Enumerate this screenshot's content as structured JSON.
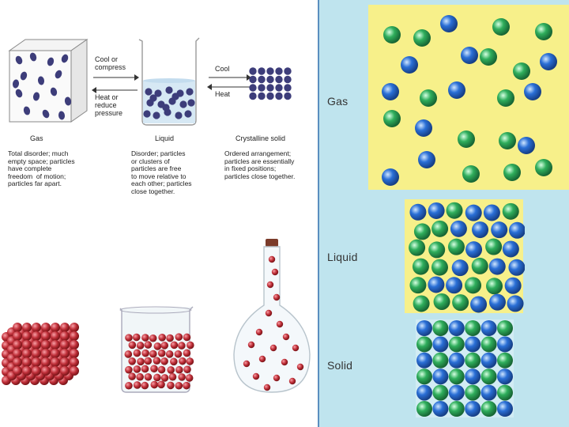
{
  "top_diagram": {
    "arrow_labels": {
      "cool_or_compress": "Cool or\ncompress",
      "heat_or_reduce_pressure": "Heat or\nreduce\npressure",
      "cool": "Cool",
      "heat": "Heat"
    },
    "states": {
      "gas": {
        "name": "Gas",
        "description": "Total disorder; much\nempty space; particles\nhave complete\nfreedom  of motion;\nparticles far apart."
      },
      "liquid": {
        "name": "Liquid",
        "description": "Disorder; particles\nor clusters of\nparticles are free\nto move relative to\neach other; particles\nclose together."
      },
      "solid": {
        "name": "Crystalline solid",
        "description": "Ordered arrangement;\nparticles are essentially\nin fixed positions;\nparticles close together."
      }
    }
  },
  "right_panel": {
    "gas_label": "Gas",
    "liquid_label": "Liquid",
    "solid_label": "Solid"
  },
  "colors": {
    "panel_background": "#bfe4ee",
    "box_fill": "#f7f08a",
    "particle_blue": "#2a6fd6",
    "particle_green": "#2fae5c",
    "particle_red": "#c0303a",
    "particle_purple": "#3d3d7a"
  }
}
